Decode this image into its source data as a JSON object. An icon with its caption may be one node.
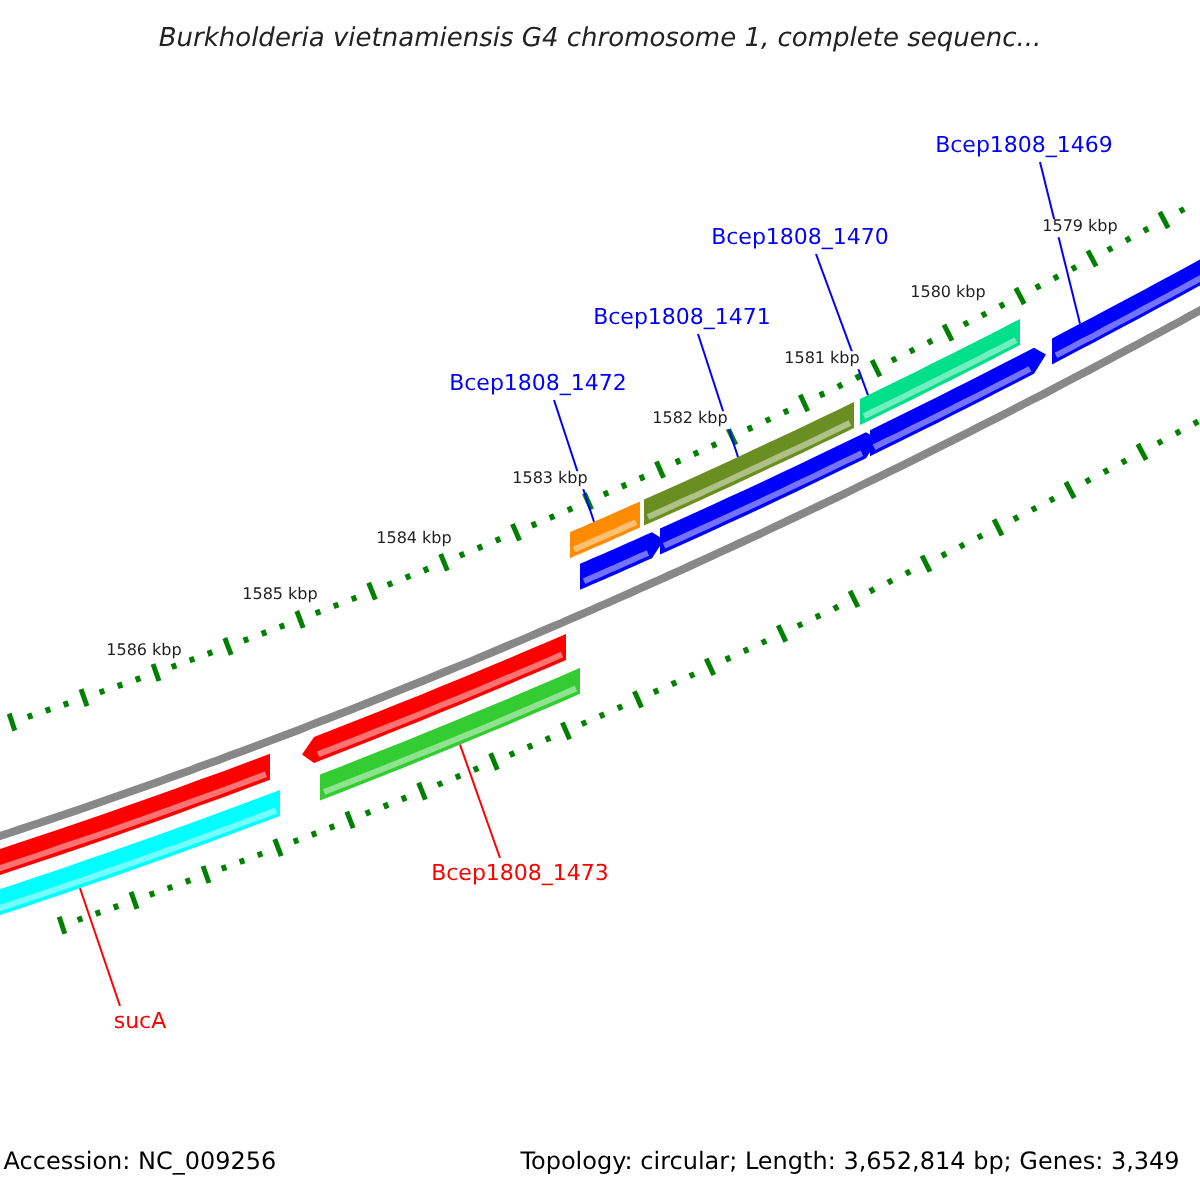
{
  "diagram": {
    "title": "Burkholderia vietnamiensis G4 chromosome 1, complete sequenc...",
    "nodes": [
      {
        "text": [
          "Bcep1808_1469"
        ]
      },
      {
        "text": [
          "Bcep1808_1470"
        ]
      },
      {
        "text": [
          "Bcep1808_1471"
        ]
      },
      {
        "text": [
          "Bcep1808_1472"
        ]
      },
      {
        "text": [
          "Bcep1808_1473"
        ]
      },
      {
        "text": [
          "sucA"
        ]
      },
      {
        "text": [],
        "shape": "bar"
      },
      {
        "text": [],
        "shape": "bar"
      },
      {
        "text": [],
        "shape": "bar"
      },
      {
        "text": [],
        "shape": "bar"
      },
      {
        "text": [],
        "shape": "bar"
      },
      {
        "text": [],
        "shape": "bar"
      },
      {
        "text": [],
        "shape": "bar"
      },
      {
        "text": [],
        "shape": "bar"
      },
      {
        "text": [],
        "shape": "bar"
      },
      {
        "text": [],
        "shape": "bar"
      },
      {
        "text": [],
        "shape": "bar"
      }
    ],
    "edges": [
      {
        "from": 0,
        "to": 16,
        "arrow": "none"
      },
      {
        "from": 1,
        "to": 14,
        "arrow": "none"
      },
      {
        "from": 2,
        "to": 12,
        "arrow": "none"
      },
      {
        "from": 3,
        "to": 10,
        "arrow": "none"
      },
      {
        "from": 4,
        "to": 9,
        "arrow": "none",
        "color": "#ff0000"
      },
      {
        "from": 5,
        "to": 7,
        "arrow": "none",
        "color": "#ff0000"
      }
    ],
    "labels": [
      "1579 kbp",
      "1580 kbp",
      "1581 kbp",
      "1582 kbp",
      "1583 kbp",
      "1584 kbp",
      "1585 kbp",
      "1586 kbp",
      "Accession: NC_009256",
      "Topology: circular; Length: 3,652,814 bp; Genes: 3,349"
    ]
  }
}
